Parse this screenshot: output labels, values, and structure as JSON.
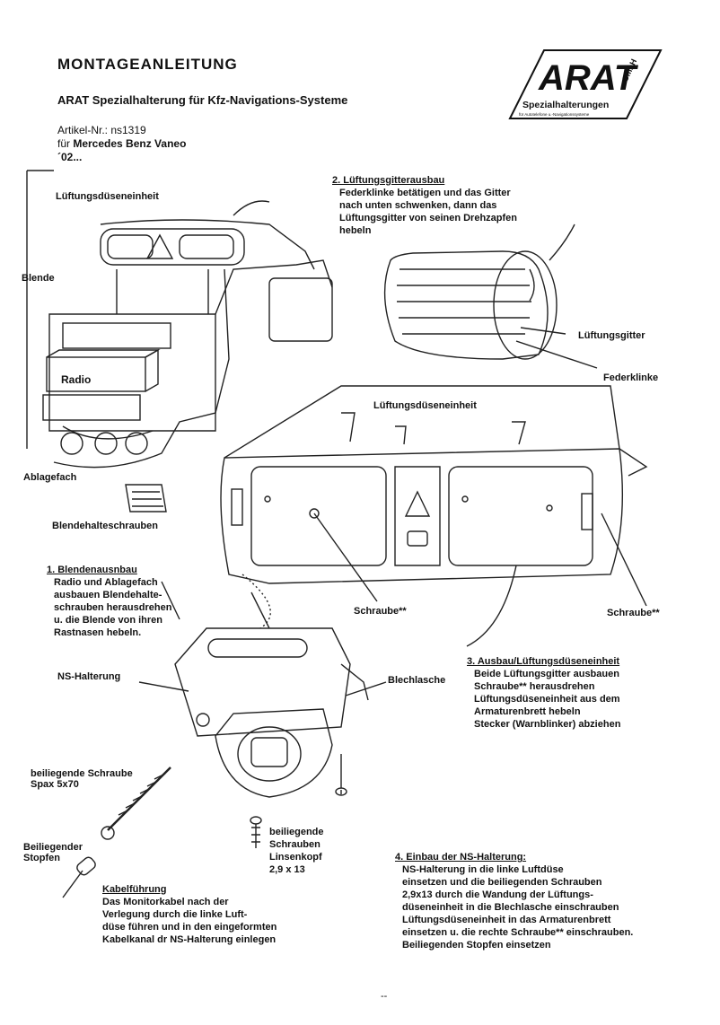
{
  "header": {
    "title": "MONTAGEANLEITUNG",
    "subtitle": "ARAT Spezialhalterung für Kfz-Navigations-Systeme",
    "article": "Artikel-Nr.: ns1319",
    "vehicle_prefix": "für ",
    "vehicle": "Mercedes Benz Vaneo",
    "year": "´02..."
  },
  "logo": {
    "brand": "ARAT",
    "gmbh": "GmbH",
    "tagline": "Spezialhalterungen",
    "small": "für Autotelefone u.-Navigationssysteme"
  },
  "labels": {
    "lueftungsduese_top": "Lüftungsdüseneinheit",
    "blende": "Blende",
    "radio": "Radio",
    "ablagefach": "Ablagefach",
    "blendehalteschrauben": "Blendehalteschrauben",
    "lueftungsgitter": "Lüftungsgitter",
    "federklinke": "Federklinke",
    "lueftungsduese_mid": "Lüftungsdüseneinheit",
    "schraube_left": "Schraube**",
    "schraube_right": "Schraube**",
    "ns_halterung": "NS-Halterung",
    "blechlasche": "Blechlasche",
    "beiliegende_schraube": "beiliegende Schraube",
    "spax": "Spax 5x70",
    "beiliegender": "Beiliegender",
    "stopfen": "Stopfen",
    "beil_schrauben": [
      "beiliegende",
      "Schrauben",
      "Linsenkopf",
      "2,9 x 13"
    ]
  },
  "steps": {
    "s1": {
      "heading": "1. Blendenausnbau",
      "lines": [
        "Radio und Ablagefach",
        "ausbauen Blendehalte-",
        "schrauben herausdrehen",
        "u. die Blende von ihren",
        "Rastnasen hebeln."
      ]
    },
    "s2": {
      "heading": "2. Lüftungsgitterausbau",
      "lines": [
        "Federklinke betätigen und das Gitter",
        "nach unten schwenken, dann das",
        "Lüftungsgitter von seinen Drehzapfen",
        "hebeln"
      ]
    },
    "s3": {
      "heading": "3. Ausbau/Lüftungsdüseneinheit",
      "lines": [
        "Beide Lüftungsgitter ausbauen",
        "Schraube** herausdrehen",
        "Lüftungsdüseneinheit aus dem",
        "Armaturenbrett hebeln",
        "Stecker (Warnblinker) abziehen"
      ]
    },
    "s4": {
      "heading": "4. Einbau der NS-Halterung:",
      "lines": [
        "NS-Halterung in die linke Luftdüse",
        "einsetzen und die beiliegenden Schrauben",
        "2,9x13 durch die Wandung der Lüftungs-",
        "düseneinheit in die Blechlasche einschrauben",
        "Lüftungsdüseneinheit in das Armaturenbrett",
        "einsetzen u. die rechte Schraube** einschrauben.",
        "Beiliegenden Stopfen einsetzen"
      ]
    },
    "kabel": {
      "heading": "Kabelführung",
      "lines": [
        "Das Monitorkabel nach der",
        "Verlegung durch die linke Luft-",
        "düse führen und in den eingeformten",
        "Kabelkanal dr NS-Halterung einlegen"
      ]
    }
  },
  "footer": {
    "mark": "--"
  }
}
